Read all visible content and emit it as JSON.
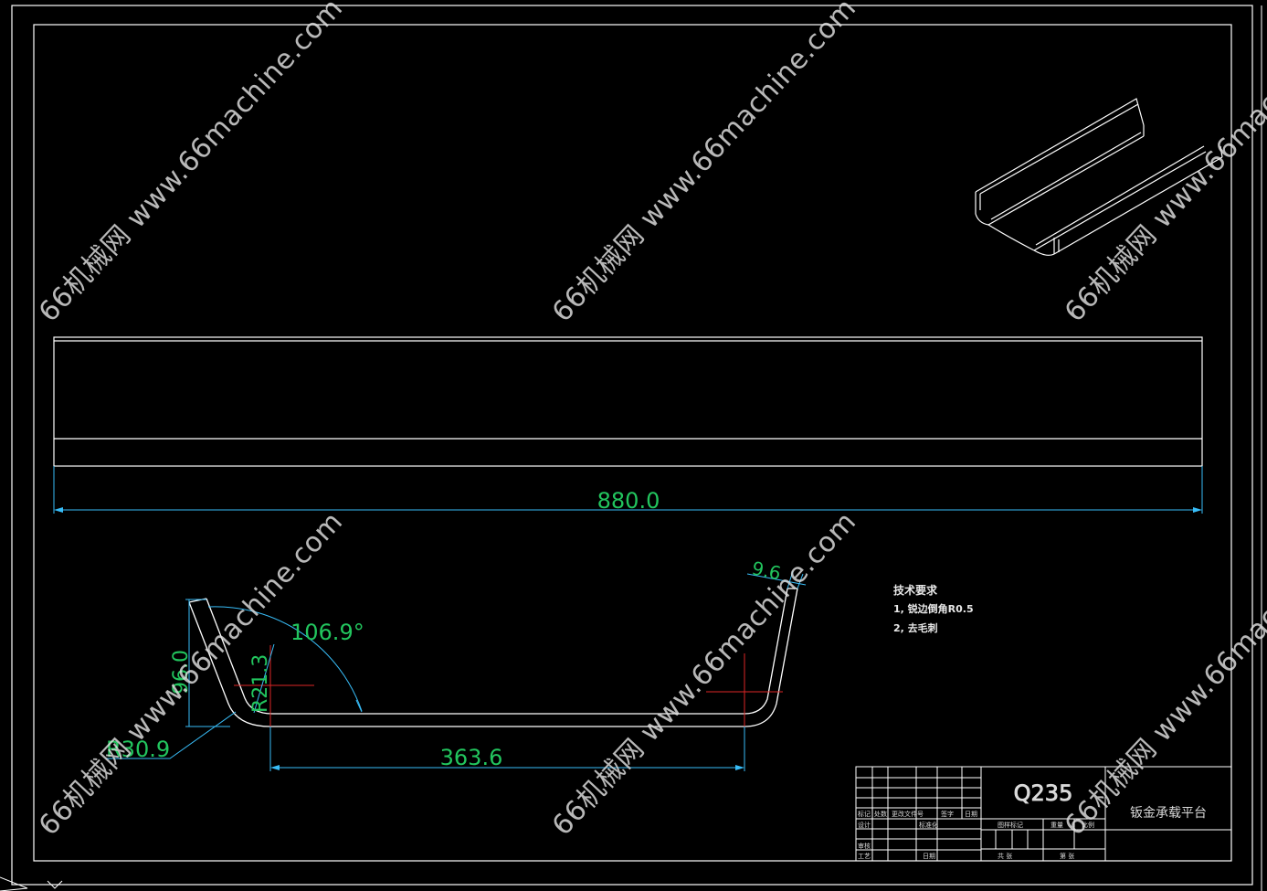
{
  "dimensions": {
    "overall_length": "880.0",
    "bottom_width": "363.6",
    "flange_height": "96.0",
    "bend_angle": "106.9°",
    "inner_radius": "R21.3",
    "outer_radius": "R30.9",
    "lip_width": "9.6"
  },
  "technical_requirements": {
    "title": "技术要求",
    "items": [
      "1, 锐边倒角R0.5",
      "2, 去毛刺"
    ]
  },
  "title_block": {
    "material": "Q235",
    "part_name": "钣金承载平台",
    "labels": {
      "mark": "标记",
      "count": "处数",
      "file_no": "更改文件号",
      "signature": "签字",
      "date": "日期",
      "design": "设计",
      "standardize": "标准化",
      "check": "审核",
      "process": "工艺",
      "date2": "日期",
      "stage_mark": "图样标记",
      "weight": "重量",
      "scale": "比例",
      "sheet_total": "共 张",
      "sheet_no": "第 张"
    }
  },
  "watermark": {
    "text": "66机械网 www.66machine.com"
  },
  "colors": {
    "background": "#000000",
    "line": "#ffffff",
    "dimension": "#22c55e",
    "extension": "#38bdf8",
    "centerline": "#dc2626"
  }
}
